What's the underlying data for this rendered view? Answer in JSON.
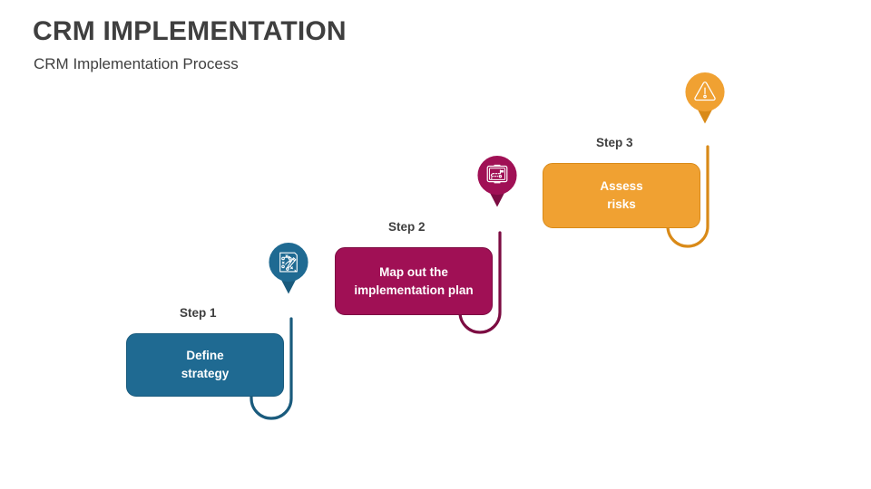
{
  "slide": {
    "title": "CRM IMPLEMENTATION",
    "subtitle": "CRM Implementation Process",
    "background": "#ffffff",
    "title_color": "#3f3f3f"
  },
  "steps": [
    {
      "label": "Step 1",
      "text": "Define\nstrategy",
      "line1": "Define",
      "line2": "strategy",
      "color": "#1f6a92",
      "tail_color": "#1a5b7d",
      "border_color": "#1a5b7d",
      "icon": "strategy-playbook-icon"
    },
    {
      "label": "Step 2",
      "text": "Map out the\nimplementation plan",
      "line1": "Map out the",
      "line2": "implementation plan",
      "color": "#a01055",
      "tail_color": "#7c0c42",
      "border_color": "#7c0c42",
      "icon": "roadmap-screen-icon"
    },
    {
      "label": "Step 3",
      "text": "Assess\nrisks",
      "line1": "Assess",
      "line2": "risks",
      "color": "#f0a132",
      "tail_color": "#d98a18",
      "border_color": "#d98a18",
      "icon": "warning-triangle-icon"
    }
  ]
}
